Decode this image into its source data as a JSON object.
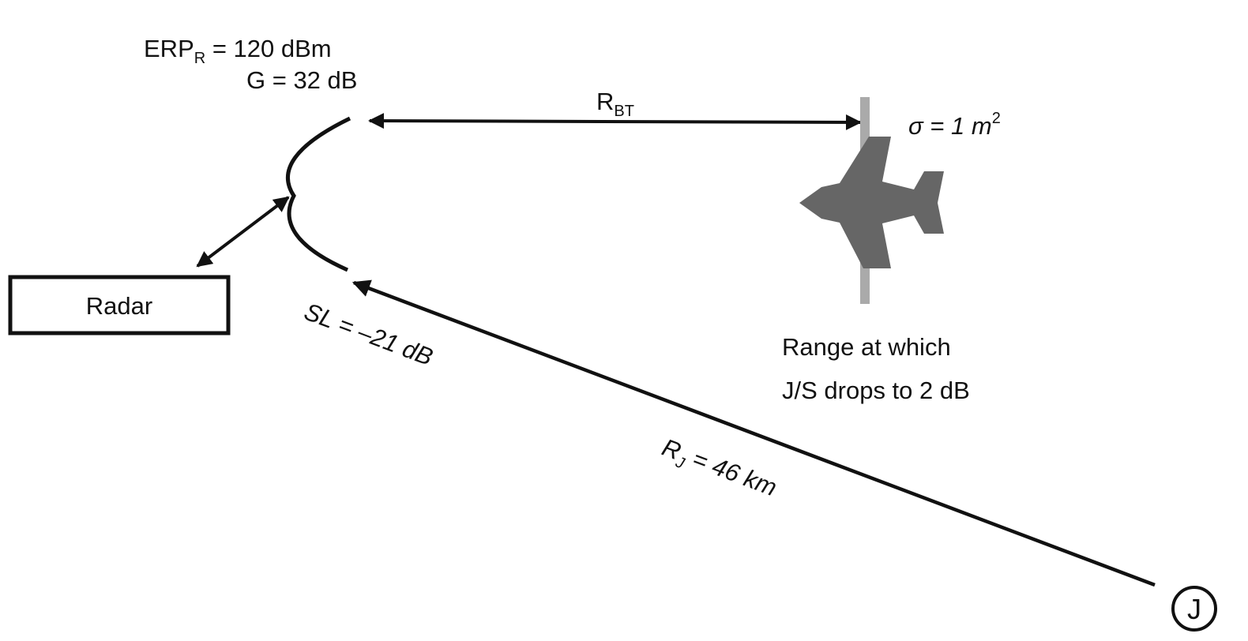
{
  "radar": {
    "label": "Radar"
  },
  "erp": {
    "main": "ERP",
    "sub": "R",
    "rest": " = 120 dBm"
  },
  "gain": {
    "label": "G = 32 dB"
  },
  "rbt": {
    "main": "R",
    "sub": "BT"
  },
  "rcs": {
    "label": "σ = 1 m",
    "sup": "2"
  },
  "range_note": {
    "line1": "Range at which",
    "line2": "J/S drops to 2 dB"
  },
  "sidelobe": {
    "label": "SL = –21 dB"
  },
  "rj": {
    "main": "R",
    "sub": "J",
    "rest": " = 46 km"
  },
  "jammer": {
    "label": "J"
  },
  "colors": {
    "line": "#111111",
    "aircraft": "#666666",
    "aircraft_bar": "#aaaaaa"
  }
}
